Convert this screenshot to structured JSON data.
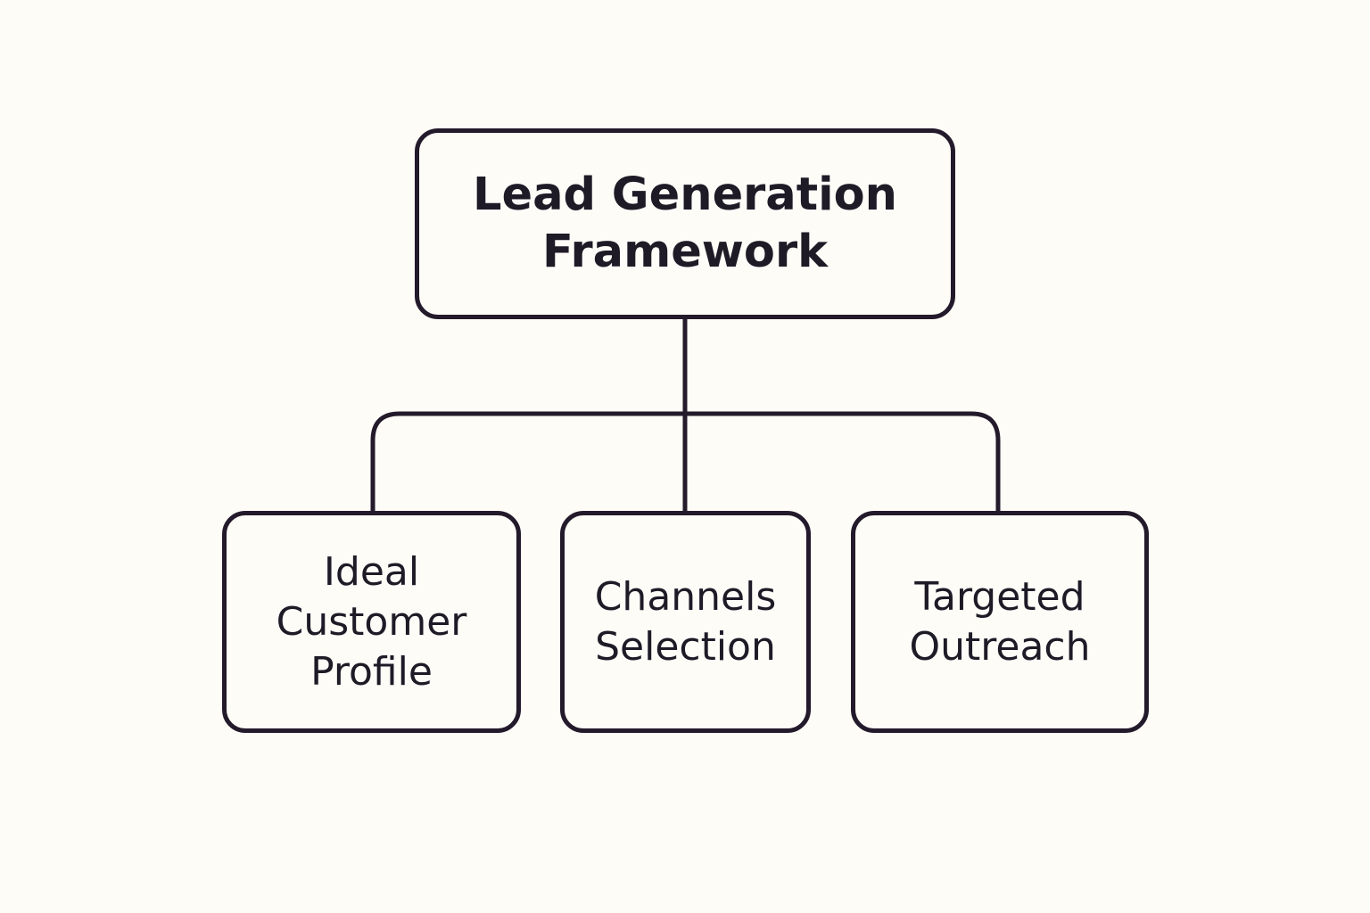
{
  "diagram": {
    "type": "hierarchy",
    "stroke_color": "#231a2b",
    "background_color": "#fdfcf7",
    "root": {
      "label": "Lead Generation\nFramework"
    },
    "children": [
      {
        "label": "Ideal\nCustomer\nProfile"
      },
      {
        "label": "Channels\nSelection"
      },
      {
        "label": "Targeted\nOutreach"
      }
    ]
  }
}
